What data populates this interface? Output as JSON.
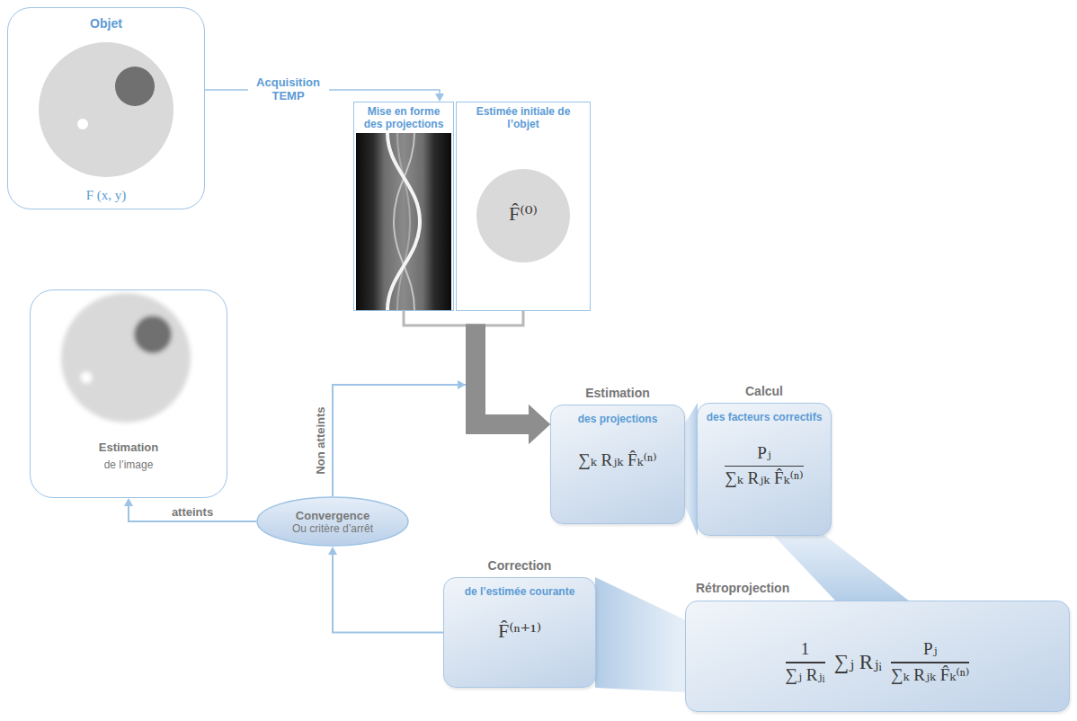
{
  "diagram": {
    "nodes": [
      {
        "text": [
          "Objet",
          "F (x, y)"
        ]
      },
      {
        "text": [
          "Mise en forme des projections"
        ]
      },
      {
        "text": [
          "Estimée initiale de l’objet",
          "F̂⁽⁰⁾"
        ]
      },
      {
        "text": [
          "Estimation",
          "des projections",
          "∑ₖ Rⱼₖ F̂ₖ⁽ⁿ⁾"
        ]
      },
      {
        "text": [
          "Calcul",
          "des facteurs correctifs",
          "Pⱼ",
          "∑ₖ Rⱼₖ F̂ₖ⁽ⁿ⁾"
        ]
      },
      {
        "text": [
          "Rétroprojection",
          "1",
          "∑ⱼ Rⱼᵢ",
          "∑ⱼ Rⱼᵢ",
          "Pⱼ",
          "∑ₖ Rⱼₖ F̂ₖ⁽ⁿ⁾"
        ]
      },
      {
        "text": [
          "Correction",
          "de l’estimée courante",
          "F̂⁽ⁿ⁺¹⁾"
        ]
      },
      {
        "text": [
          "Convergence",
          "Ou critère d’arrêt"
        ]
      },
      {
        "text": [
          "Estimation",
          "de l’image"
        ]
      }
    ],
    "edges": [
      {
        "from": 0,
        "to": 1,
        "arrow": "to",
        "label": "Acquisition TEMP"
      },
      {
        "from": 1,
        "to": 3,
        "arrow": "to"
      },
      {
        "from": 2,
        "to": 3,
        "arrow": "to"
      },
      {
        "from": 3,
        "to": 4,
        "arrow": "none"
      },
      {
        "from": 4,
        "to": 5,
        "arrow": "none"
      },
      {
        "from": 5,
        "to": 6,
        "arrow": "none"
      },
      {
        "from": 6,
        "to": 7,
        "arrow": "to"
      },
      {
        "from": 7,
        "to": 8,
        "arrow": "to",
        "label": "atteints"
      },
      {
        "from": 7,
        "to": 3,
        "arrow": "to",
        "label": "Non atteints"
      }
    ]
  }
}
